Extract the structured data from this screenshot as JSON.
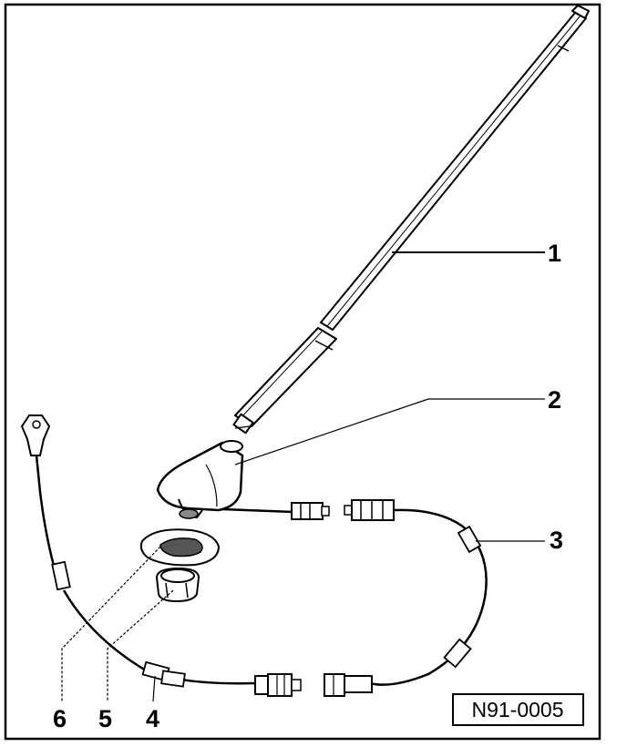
{
  "diagram": {
    "figure_number": "N91-0005",
    "callouts": [
      "1",
      "2",
      "3",
      "4",
      "5",
      "6"
    ],
    "parts": [
      {
        "id": "1",
        "icon": "antenna-mast-icon"
      },
      {
        "id": "2",
        "icon": "antenna-base-icon"
      },
      {
        "id": "3",
        "icon": "antenna-cable-icon"
      },
      {
        "id": "4",
        "icon": "ground-cable-icon"
      },
      {
        "id": "5",
        "icon": "clamp-nut-icon"
      },
      {
        "id": "6",
        "icon": "seal-gasket-icon"
      }
    ]
  }
}
